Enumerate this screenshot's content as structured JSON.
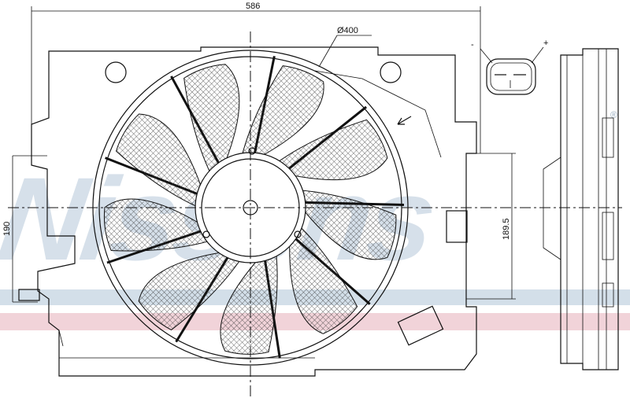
{
  "drawing": {
    "width_dimension": "586",
    "fan_diameter": "Ø400",
    "height_dimension_left": "190",
    "height_dimension_right": "189.5",
    "connector_minus": "-",
    "connector_plus": "+",
    "watermark": "Nissens",
    "registered_mark": "®"
  },
  "colors": {
    "watermark": "#c9d6e3",
    "stripe_blue": "#d3dfe9",
    "stripe_pink": "#f1d3d9",
    "line": "#111111"
  }
}
